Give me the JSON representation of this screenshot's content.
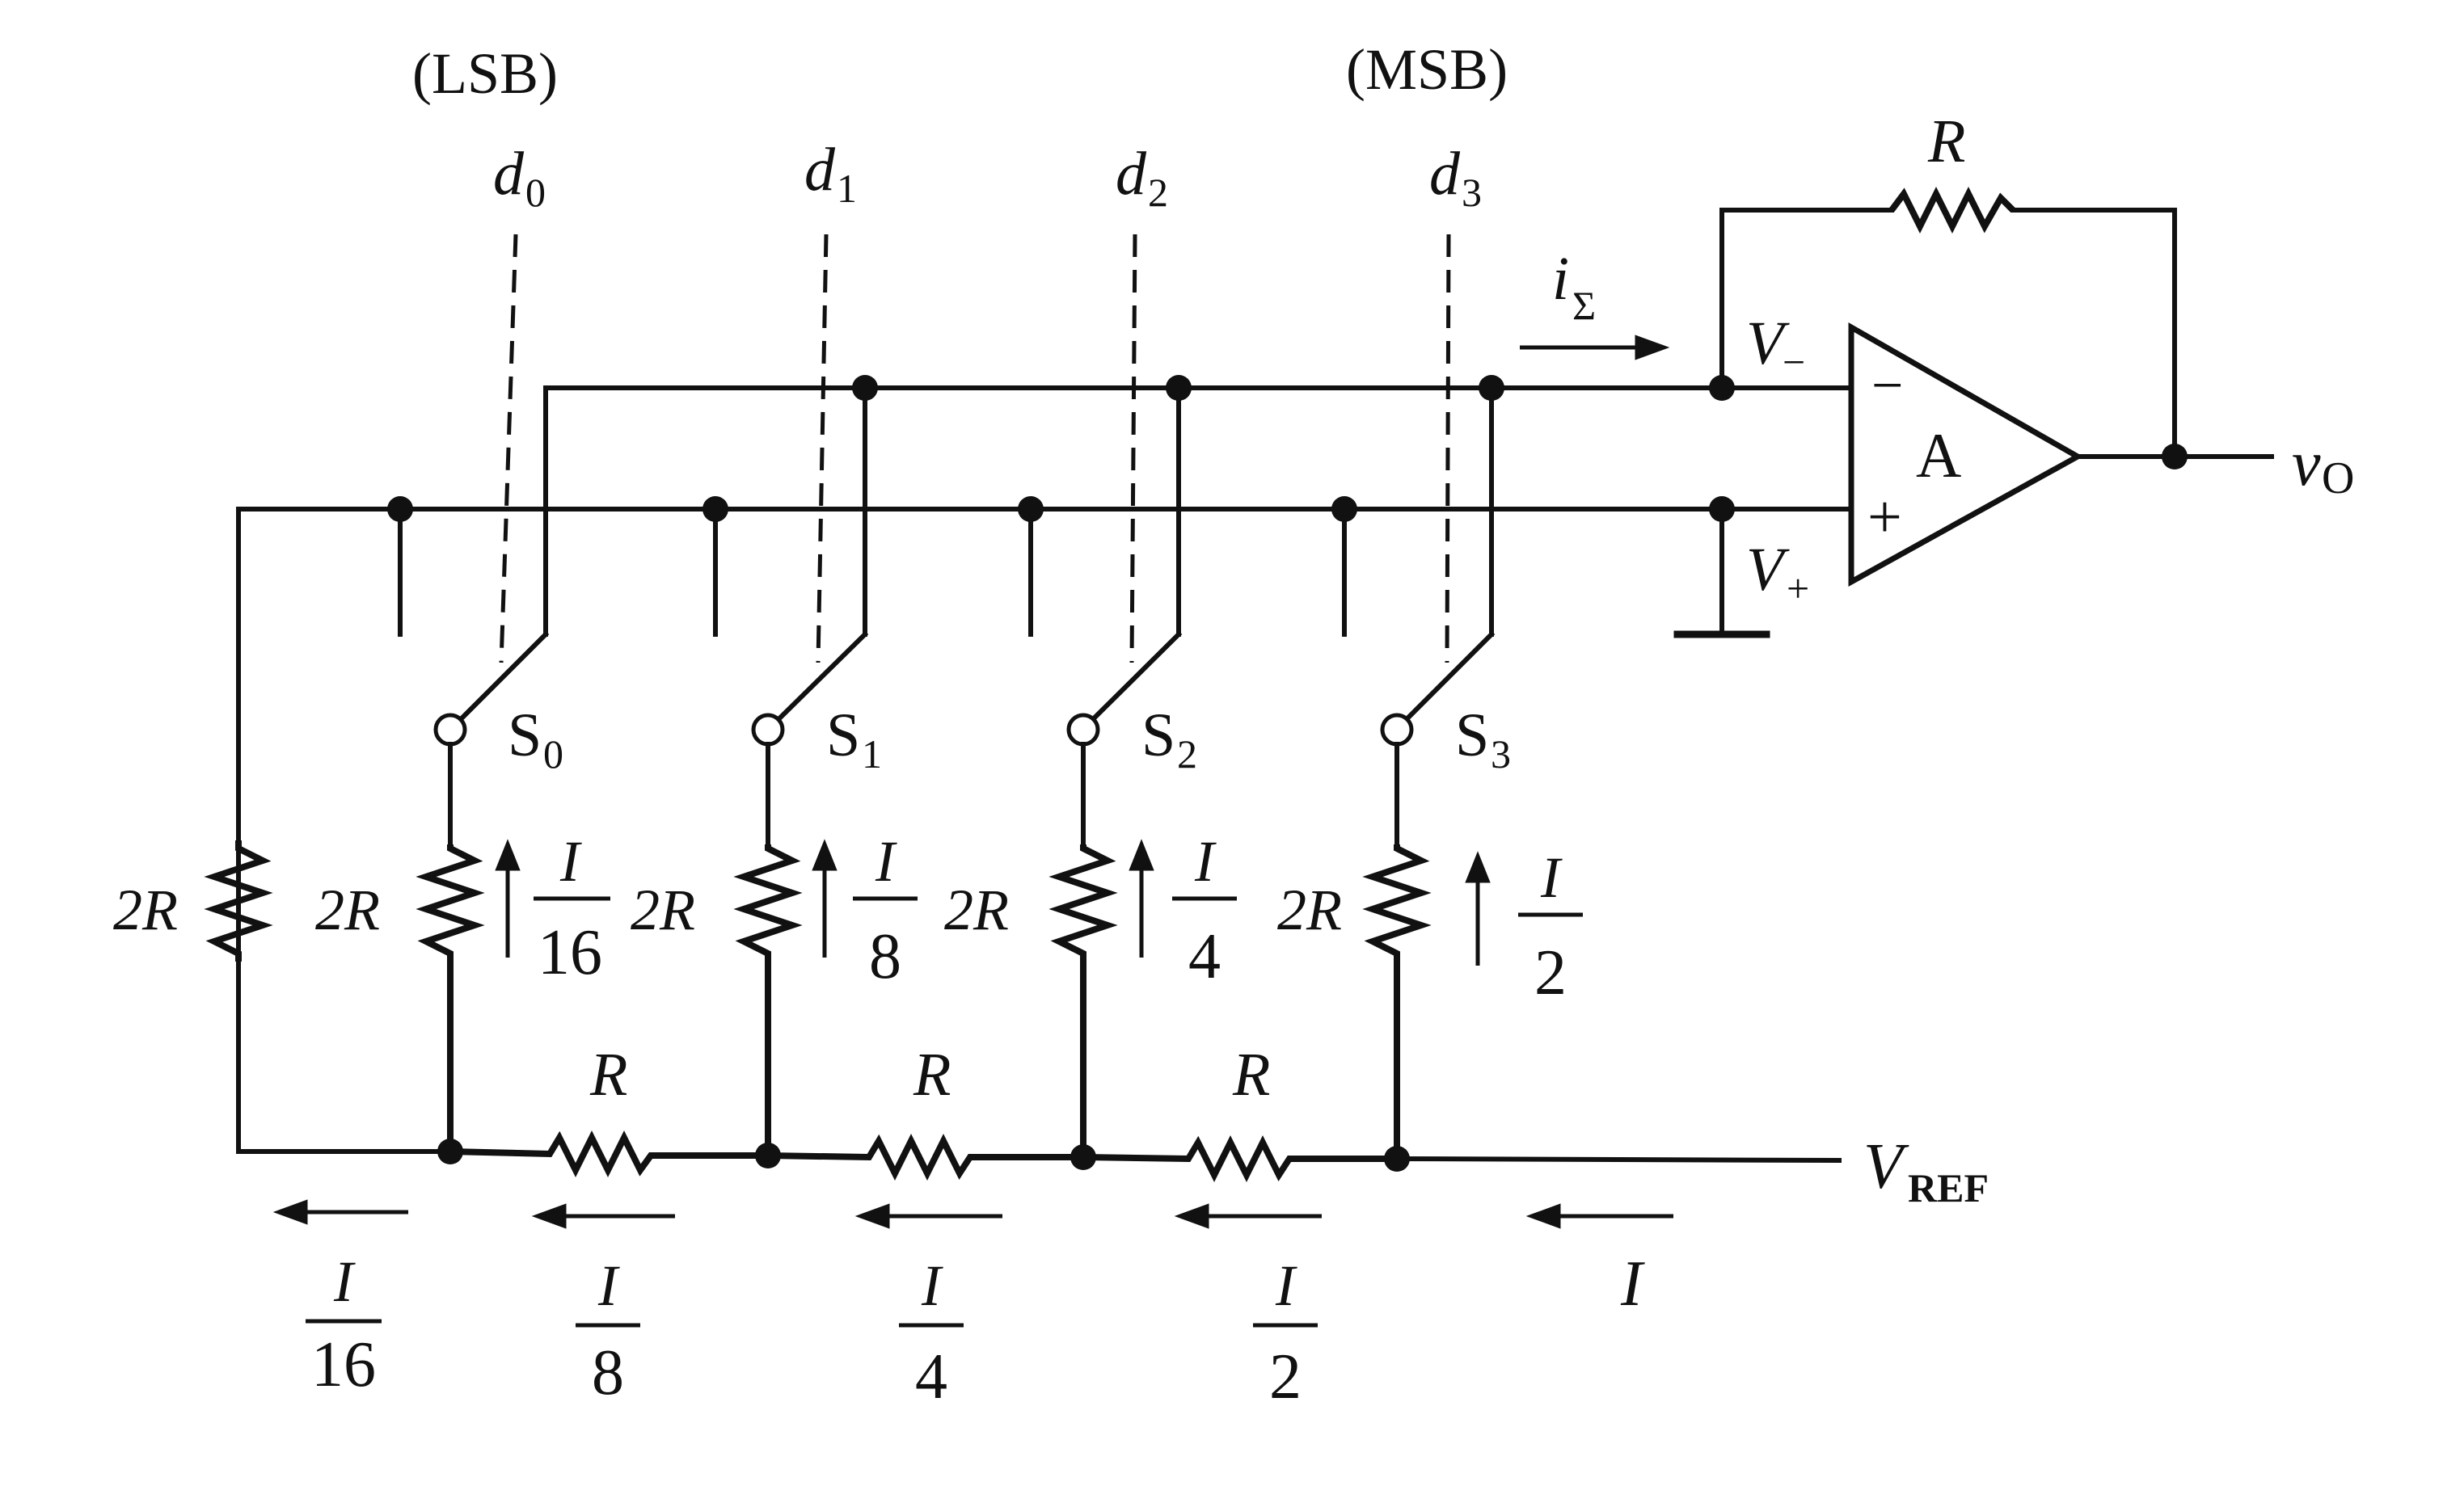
{
  "labels": {
    "lsb": "(LSB)",
    "msb": "(MSB)",
    "bits": [
      "d0",
      "d1",
      "d2",
      "d3"
    ],
    "switches": [
      "S0",
      "S1",
      "S2",
      "S3"
    ],
    "feedback_resistor": "R",
    "series_resistors": [
      "R",
      "R",
      "R"
    ],
    "shunt_resistors": [
      "2R",
      "2R",
      "2R",
      "2R",
      "2R"
    ],
    "current_sum": "iΣ",
    "v_minus": "V−",
    "v_plus": "V+",
    "amp": "A",
    "minus_sign": "−",
    "plus_sign": "+",
    "output": "vO",
    "vref": "VREF",
    "total_current": "I"
  },
  "branch_currents": [
    {
      "num": "I",
      "den": "16"
    },
    {
      "num": "I",
      "den": "8"
    },
    {
      "num": "I",
      "den": "4"
    },
    {
      "num": "I",
      "den": "2"
    }
  ],
  "ladder_currents": [
    {
      "num": "I",
      "den": "16"
    },
    {
      "num": "I",
      "den": "8"
    },
    {
      "num": "I",
      "den": "4"
    },
    {
      "num": "I",
      "den": "2"
    }
  ]
}
